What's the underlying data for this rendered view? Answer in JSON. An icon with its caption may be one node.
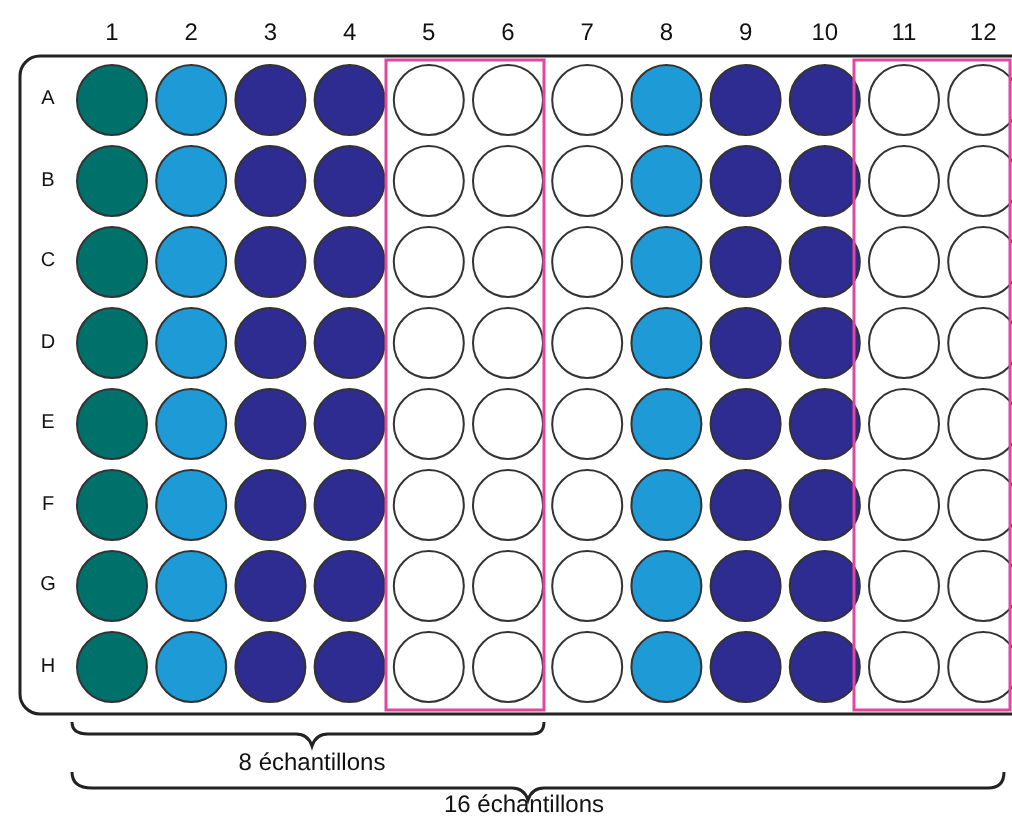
{
  "diagram": {
    "labels": [
      "1",
      "2",
      "3",
      "4",
      "5",
      "6",
      "7",
      "8",
      "9",
      "10",
      "11",
      "12",
      "A",
      "B",
      "C",
      "D",
      "E",
      "F",
      "G",
      "H",
      "8 échantillons",
      "16 échantillons"
    ]
  }
}
